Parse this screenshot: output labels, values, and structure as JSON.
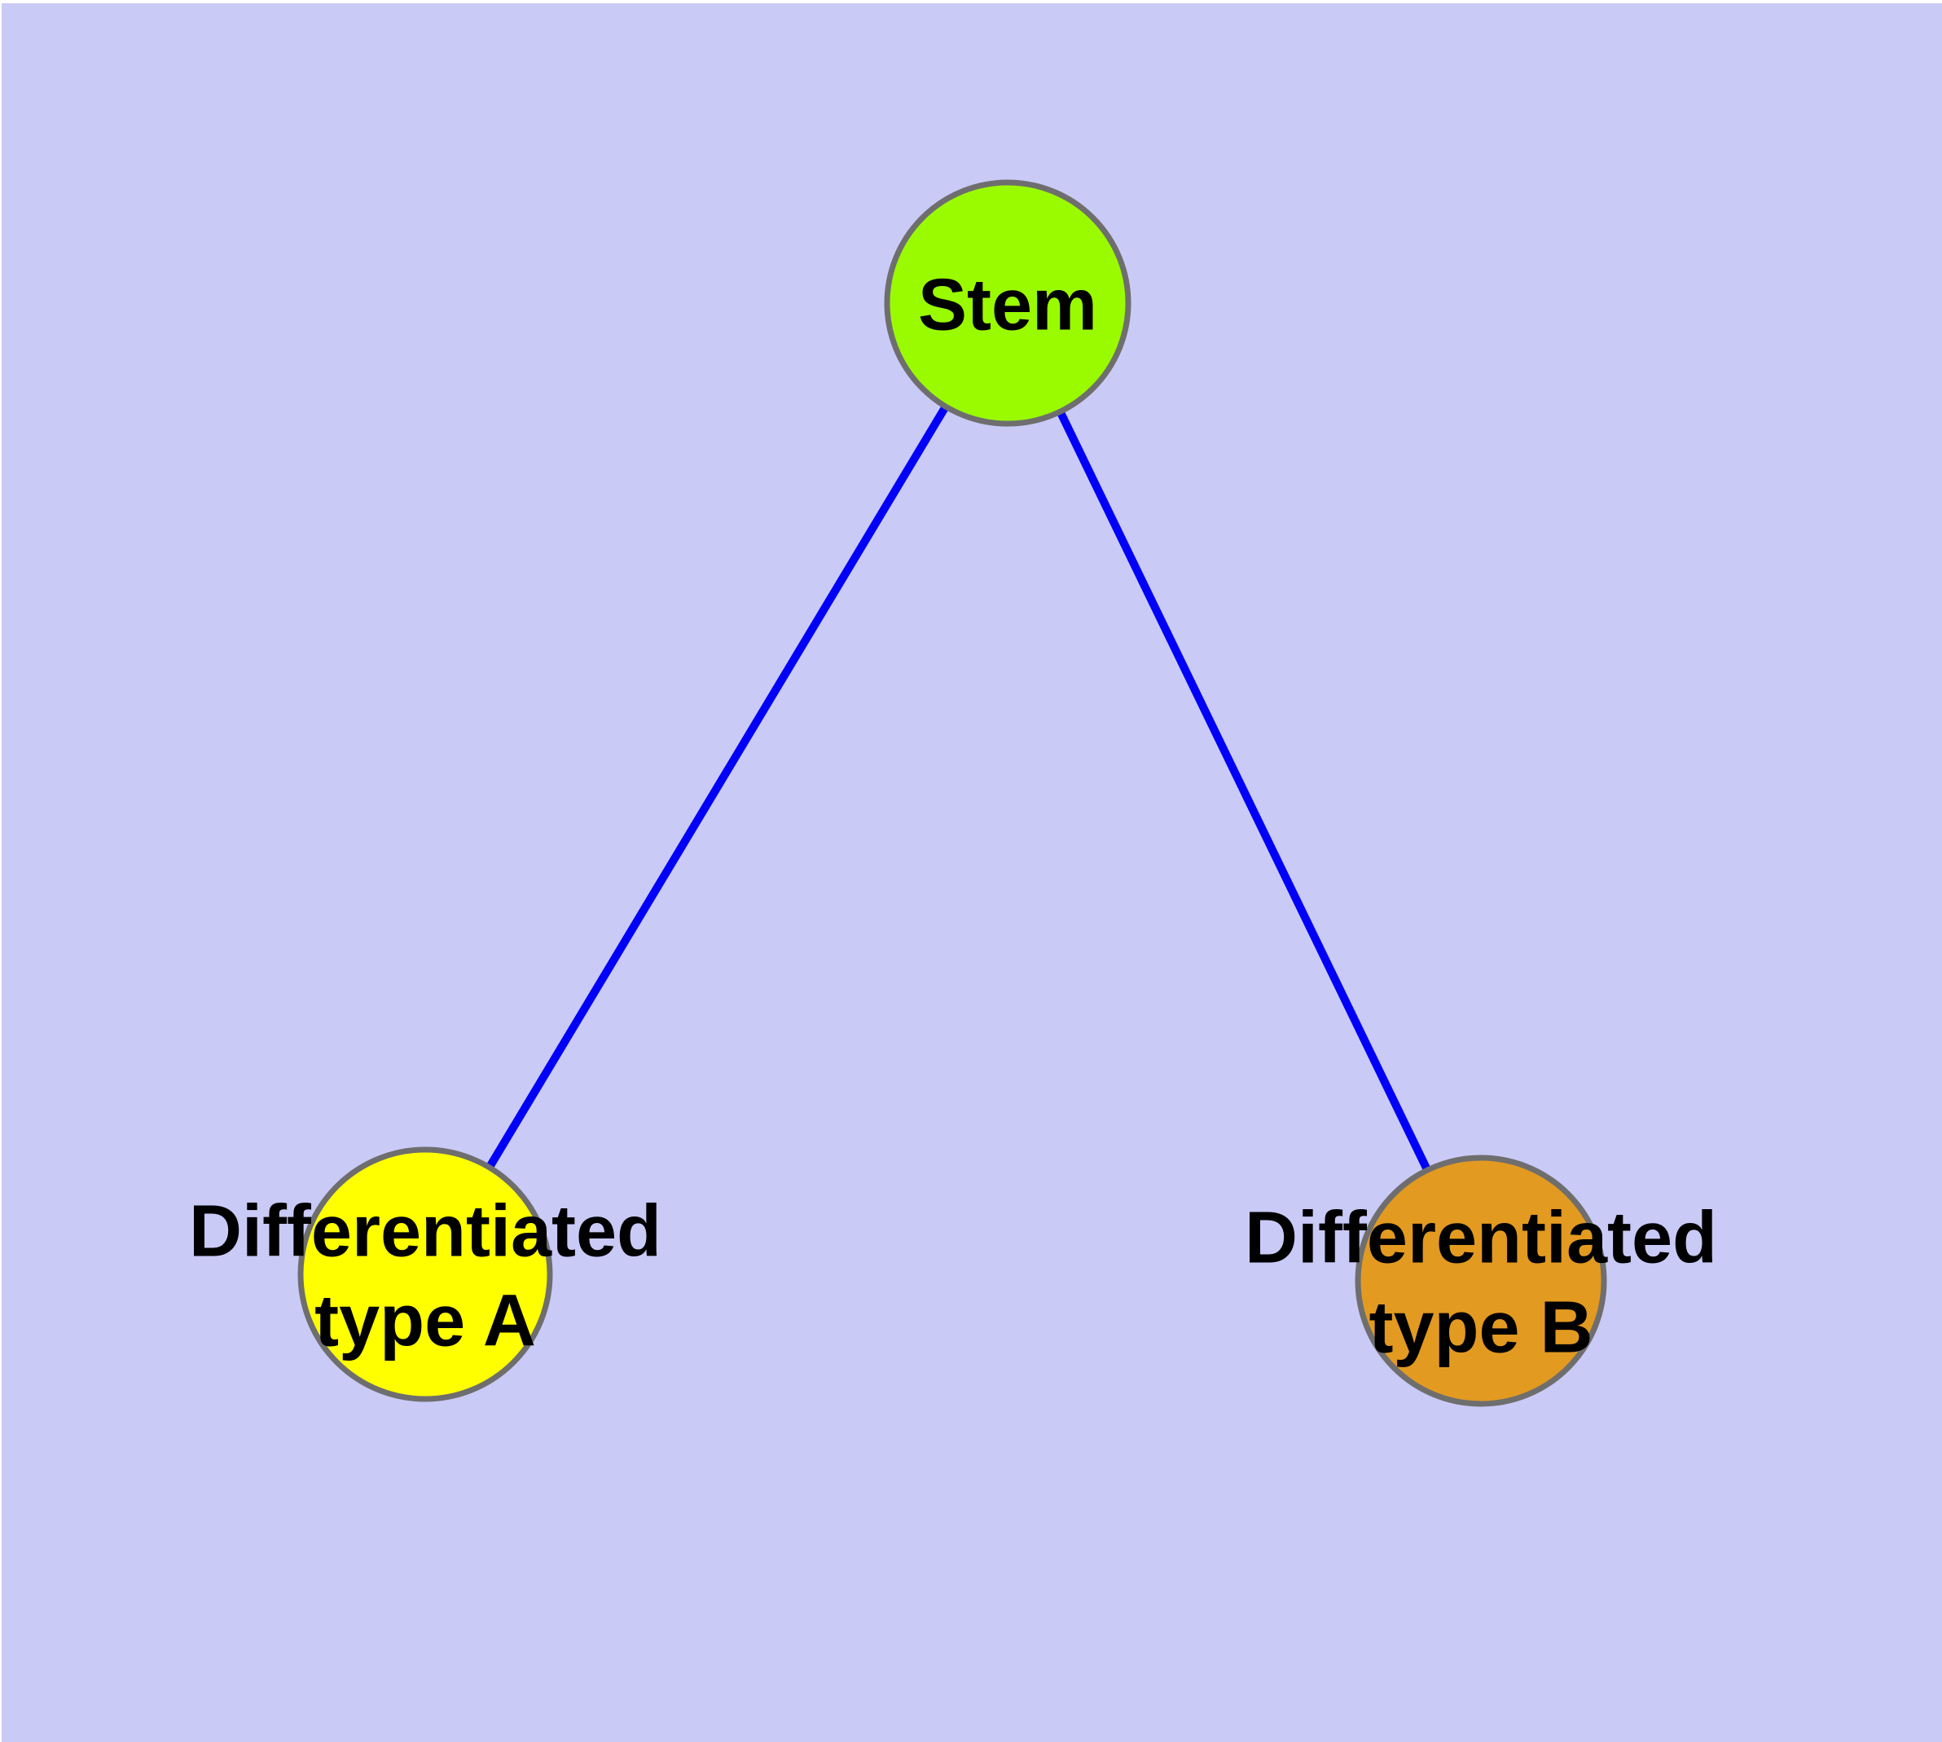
{
  "background_color": "#cacaf7",
  "page_margin_color": "#ffffff",
  "edge_color": "#0000f8",
  "node_border_color": "#6e6e6e",
  "text_color": "#000000",
  "nodes": [
    {
      "id": "stem",
      "label": "Stem",
      "line1": "Stem",
      "line2": "",
      "fill": "#9afb00"
    },
    {
      "id": "differentiated-type-a",
      "label": "Differentiated type A",
      "line1": "Differentiated",
      "line2": "type A",
      "fill": "#ffff00"
    },
    {
      "id": "differentiated-type-b",
      "label": "Differentiated type B",
      "line1": "Differentiated",
      "line2": "type B",
      "fill": "#e39a20"
    }
  ],
  "edges": [
    {
      "from": "Stem",
      "to": "Differentiated type A"
    },
    {
      "from": "Stem",
      "to": "Differentiated type B"
    }
  ]
}
